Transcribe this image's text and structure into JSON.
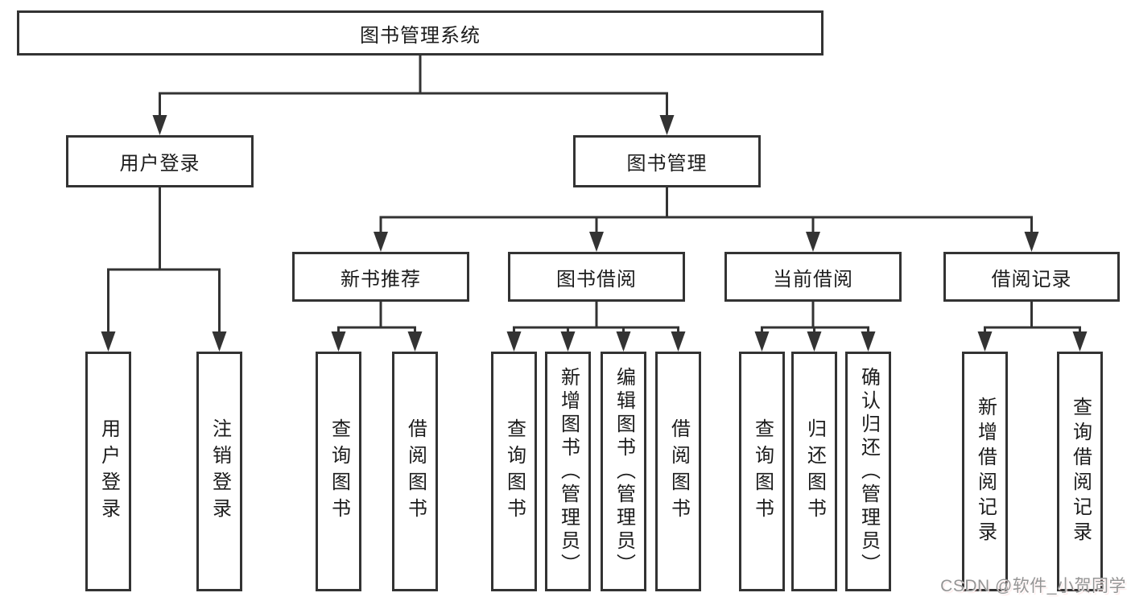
{
  "diagram": {
    "root": {
      "label": "图书管理系统"
    },
    "level2": [
      {
        "label": "用户登录"
      },
      {
        "label": "图书管理"
      }
    ],
    "level3": [
      {
        "label": "新书推荐"
      },
      {
        "label": "图书借阅"
      },
      {
        "label": "当前借阅"
      },
      {
        "label": "借阅记录"
      }
    ],
    "leaves": {
      "user_login": [
        "用户登录",
        "注销登录"
      ],
      "new_book": [
        "查询图书",
        "借阅图书"
      ],
      "borrow": [
        "查询图书",
        "新增图书（管理员）",
        "编辑图书（管理员）",
        "借阅图书"
      ],
      "current": [
        "查询图书",
        "归还图书",
        "确认归还（管理员）"
      ],
      "records": [
        "新增借阅记录",
        "查询借阅记录"
      ]
    }
  },
  "watermark": {
    "text": "CSDN @软件_小贺同学"
  },
  "colors": {
    "line": "#333333",
    "text": "#1c1c1c",
    "watermark": "#959595",
    "background": "#ffffff"
  }
}
